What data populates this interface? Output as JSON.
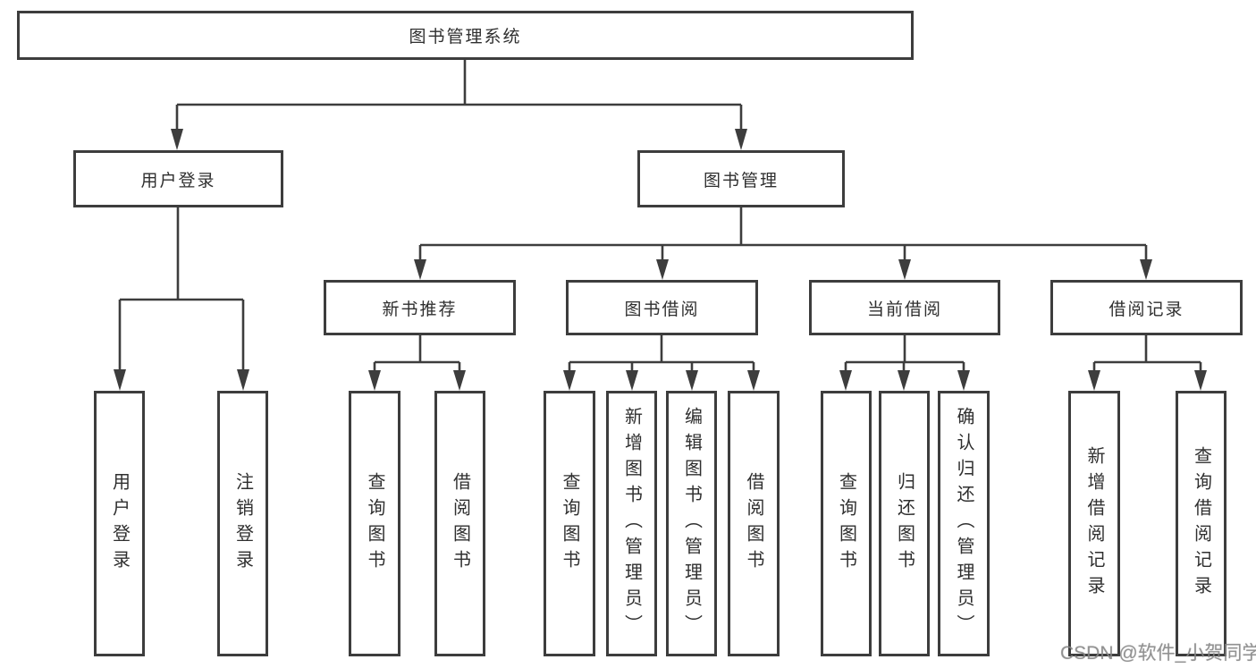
{
  "diagram": {
    "type": "hierarchy-tree",
    "line_color": "#3d3d3d",
    "box_fill": "#ffffff",
    "text_color": "#2f2f2f",
    "watermark": "CSDN @软件_小贺同学",
    "nodes": {
      "system": {
        "label": "图书管理系统",
        "parent": null
      },
      "userLogin": {
        "label": "用户登录",
        "parent": "system"
      },
      "bookMgmt": {
        "label": "图书管理",
        "parent": "system"
      },
      "loginLeaf": {
        "label": "用户登录",
        "parent": "userLogin"
      },
      "logoutLeaf": {
        "label": "注销登录",
        "parent": "userLogin"
      },
      "newBooks": {
        "label": "新书推荐",
        "parent": "bookMgmt"
      },
      "bookBorrow": {
        "label": "图书借阅",
        "parent": "bookMgmt"
      },
      "currentBorrow": {
        "label": "当前借阅",
        "parent": "bookMgmt"
      },
      "borrowRecords": {
        "label": "借阅记录",
        "parent": "bookMgmt"
      },
      "nbQuery": {
        "label": "查询图书",
        "parent": "newBooks"
      },
      "nbBorrow": {
        "label": "借阅图书",
        "parent": "newBooks"
      },
      "bbQuery": {
        "label": "查询图书",
        "parent": "bookBorrow"
      },
      "bbAdd": {
        "label": "新增图书（管理员）",
        "parent": "bookBorrow"
      },
      "bbEdit": {
        "label": "编辑图书（管理员）",
        "parent": "bookBorrow"
      },
      "bbBorrow": {
        "label": "借阅图书",
        "parent": "bookBorrow"
      },
      "cbQuery": {
        "label": "查询图书",
        "parent": "currentBorrow"
      },
      "cbReturn": {
        "label": "归还图书",
        "parent": "currentBorrow"
      },
      "cbConfirm": {
        "label": "确认归还（管理员）",
        "parent": "currentBorrow"
      },
      "brAdd": {
        "label": "新增借阅记录",
        "parent": "borrowRecords"
      },
      "brQuery": {
        "label": "查询借阅记录",
        "parent": "borrowRecords"
      }
    }
  }
}
